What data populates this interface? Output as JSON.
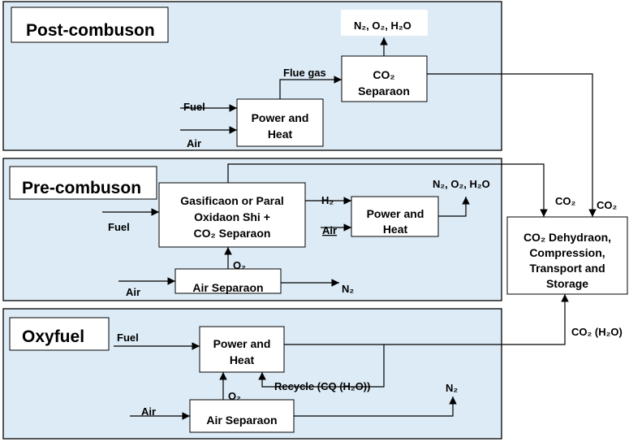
{
  "colors": {
    "panel_fill": "#dcebf6",
    "line": "#000000"
  },
  "post": {
    "title": "Post-combuson",
    "fuel": "Fuel",
    "air": "Air",
    "power_heat": [
      "Power and",
      "Heat"
    ],
    "flue_gas": "Flue gas",
    "co2_sep": [
      "CO₂",
      "Separaon"
    ],
    "out": "N₂, O₂, H₂O"
  },
  "pre": {
    "title": "Pre-combuson",
    "fuel": "Fuel",
    "gasification": [
      "Gasificaon or Paral",
      "Oxidaon Shi +",
      "CO₂ Separaon"
    ],
    "h2": "H₂",
    "air_power": "Air",
    "power_heat": [
      "Power and",
      "Heat"
    ],
    "out": "N₂, O₂, H₂O",
    "o2": "O₂",
    "air": "Air",
    "air_sep": "Air Separaon",
    "n2": "N₂"
  },
  "oxy": {
    "title": "Oxyfuel",
    "fuel": "Fuel",
    "power_heat": [
      "Power and",
      "Heat"
    ],
    "o2": "O₂",
    "recycle": "Recycle (CQ (H₂O))",
    "air": "Air",
    "air_sep": "Air Separaon",
    "n2": "N₂"
  },
  "storage": {
    "co2_a": "CO₂",
    "co2_b": "CO₂",
    "co2_h2o": "CO₂ (H₂O)",
    "box": [
      "CO₂ Dehydraon,",
      "Compression,",
      "Transport and",
      "Storage"
    ]
  }
}
